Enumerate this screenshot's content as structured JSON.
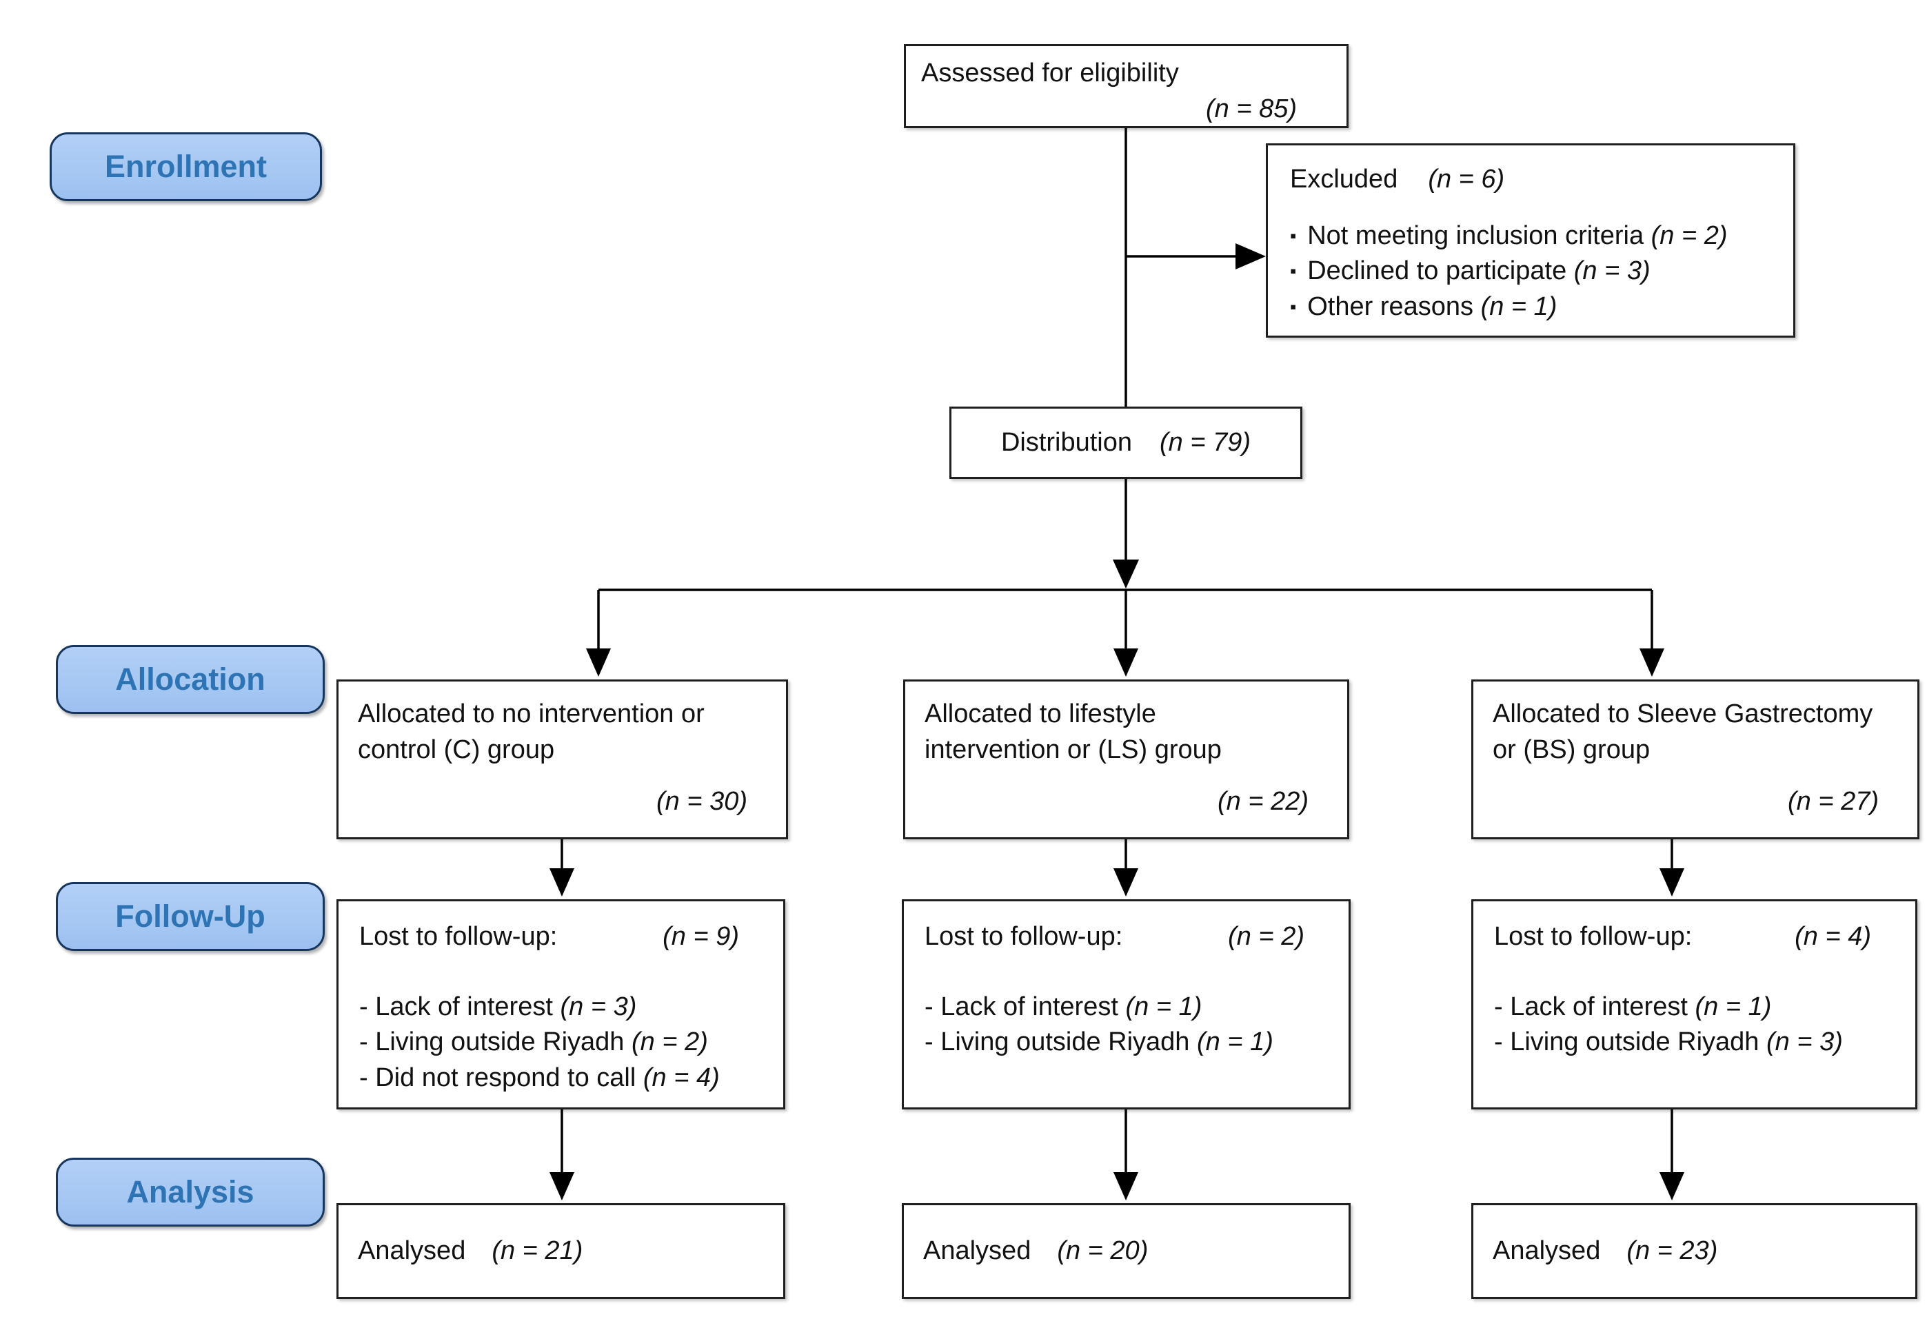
{
  "glyphs": {
    "bullet": "▪"
  },
  "colors": {
    "stage_fill": "#A6C8F2",
    "stage_border": "#17365D",
    "stage_text": "#2E74B5",
    "box_border": "#1F1F1F",
    "connector": "#000000"
  },
  "labels": {
    "enrollment": "Enrollment",
    "allocation": "Allocation",
    "followup": "Follow-Up",
    "analysis": "Analysis"
  },
  "boxes": {
    "assessed": {
      "text": "Assessed for eligibility",
      "n": "(n = 85)"
    },
    "excluded": {
      "title": "Excluded",
      "n": "(n = 6)",
      "items": [
        {
          "text": "Not meeting inclusion criteria ",
          "n": "(n = 2)"
        },
        {
          "text": "Declined to participate ",
          "n": "(n = 3)"
        },
        {
          "text": "Other reasons ",
          "n": "(n = 1)"
        }
      ]
    },
    "distribution": {
      "text": "Distribution",
      "n": "(n = 79)"
    },
    "allocation": [
      {
        "line1": "Allocated to no intervention or",
        "line2": "control (C) group",
        "n": "(n = 30)"
      },
      {
        "line1": "Allocated to lifestyle",
        "line2": "intervention or (LS) group",
        "n": "(n = 22)"
      },
      {
        "line1": "Allocated to Sleeve Gastrectomy",
        "line2": "or (BS) group",
        "n": "(n = 27)"
      }
    ],
    "followup": [
      {
        "title": "Lost to follow-up:",
        "n": "(n = 9)",
        "items": [
          {
            "text": "- Lack of interest ",
            "n": "(n = 3)"
          },
          {
            "text": "- Living outside Riyadh ",
            "n": "(n = 2)"
          },
          {
            "text": "- Did not respond to call ",
            "n": "(n = 4)"
          }
        ]
      },
      {
        "title": "Lost to follow-up:",
        "n": "(n = 2)",
        "items": [
          {
            "text": "- Lack of interest ",
            "n": "(n = 1)"
          },
          {
            "text": "- Living outside Riyadh ",
            "n": "(n = 1)"
          }
        ]
      },
      {
        "title": "Lost to follow-up:",
        "n": "(n = 4)",
        "items": [
          {
            "text": "- Lack of interest ",
            "n": "(n = 1)"
          },
          {
            "text": "- Living outside Riyadh ",
            "n": "(n = 3)"
          }
        ]
      }
    ],
    "analysis": [
      {
        "text": "Analysed",
        "n": "(n = 21)"
      },
      {
        "text": "Analysed",
        "n": "(n = 20)"
      },
      {
        "text": "Analysed",
        "n": "(n = 23)"
      }
    ]
  }
}
